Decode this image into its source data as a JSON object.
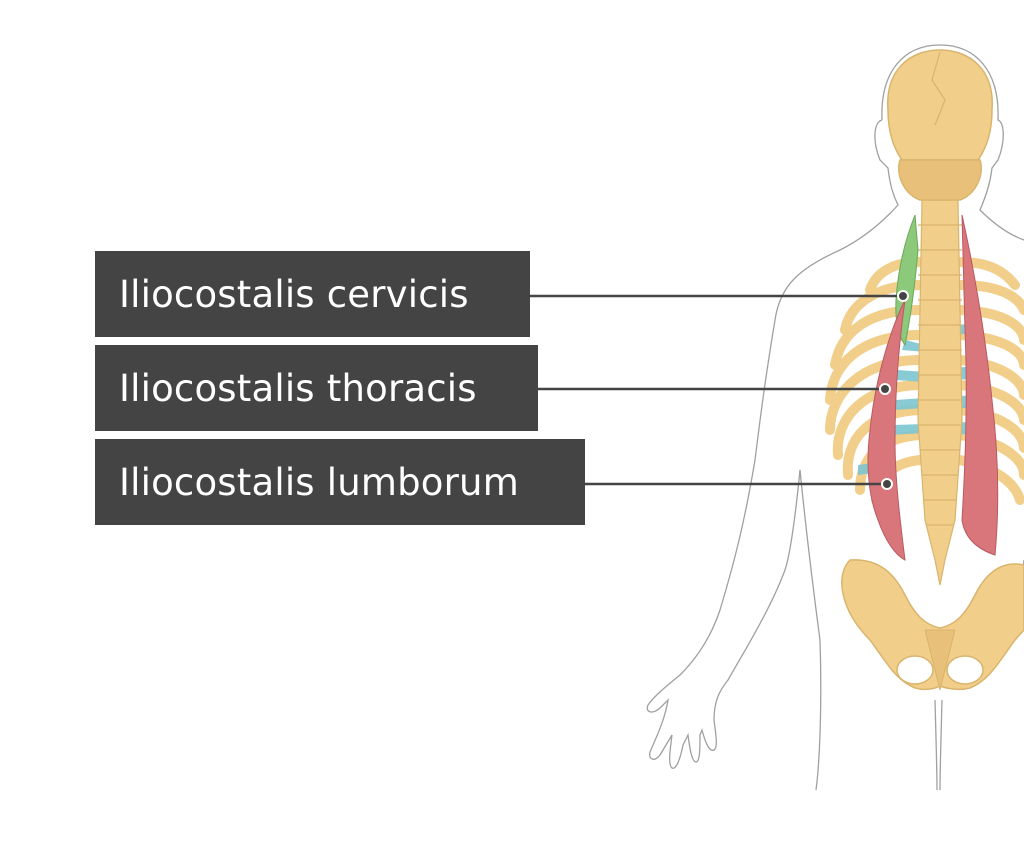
{
  "labels": [
    {
      "id": "cervicis",
      "text": "Iliocostalis cervicis",
      "highlight": "#8cc97a"
    },
    {
      "id": "thoracis",
      "text": "Iliocostalis thoracis",
      "highlight": "#d9767b"
    },
    {
      "id": "lumborum",
      "text": "Iliocostalis lumborum",
      "highlight": "#d9767b"
    }
  ],
  "colors": {
    "label_bg": "#444444",
    "bone": "#f1cf8b",
    "bone_shade": "#d9b46d",
    "muscle_red": "#d9767b",
    "muscle_green": "#8cc97a",
    "intercostal_blue": "#7cc6d1",
    "body_outline": "#9a9a9a"
  }
}
